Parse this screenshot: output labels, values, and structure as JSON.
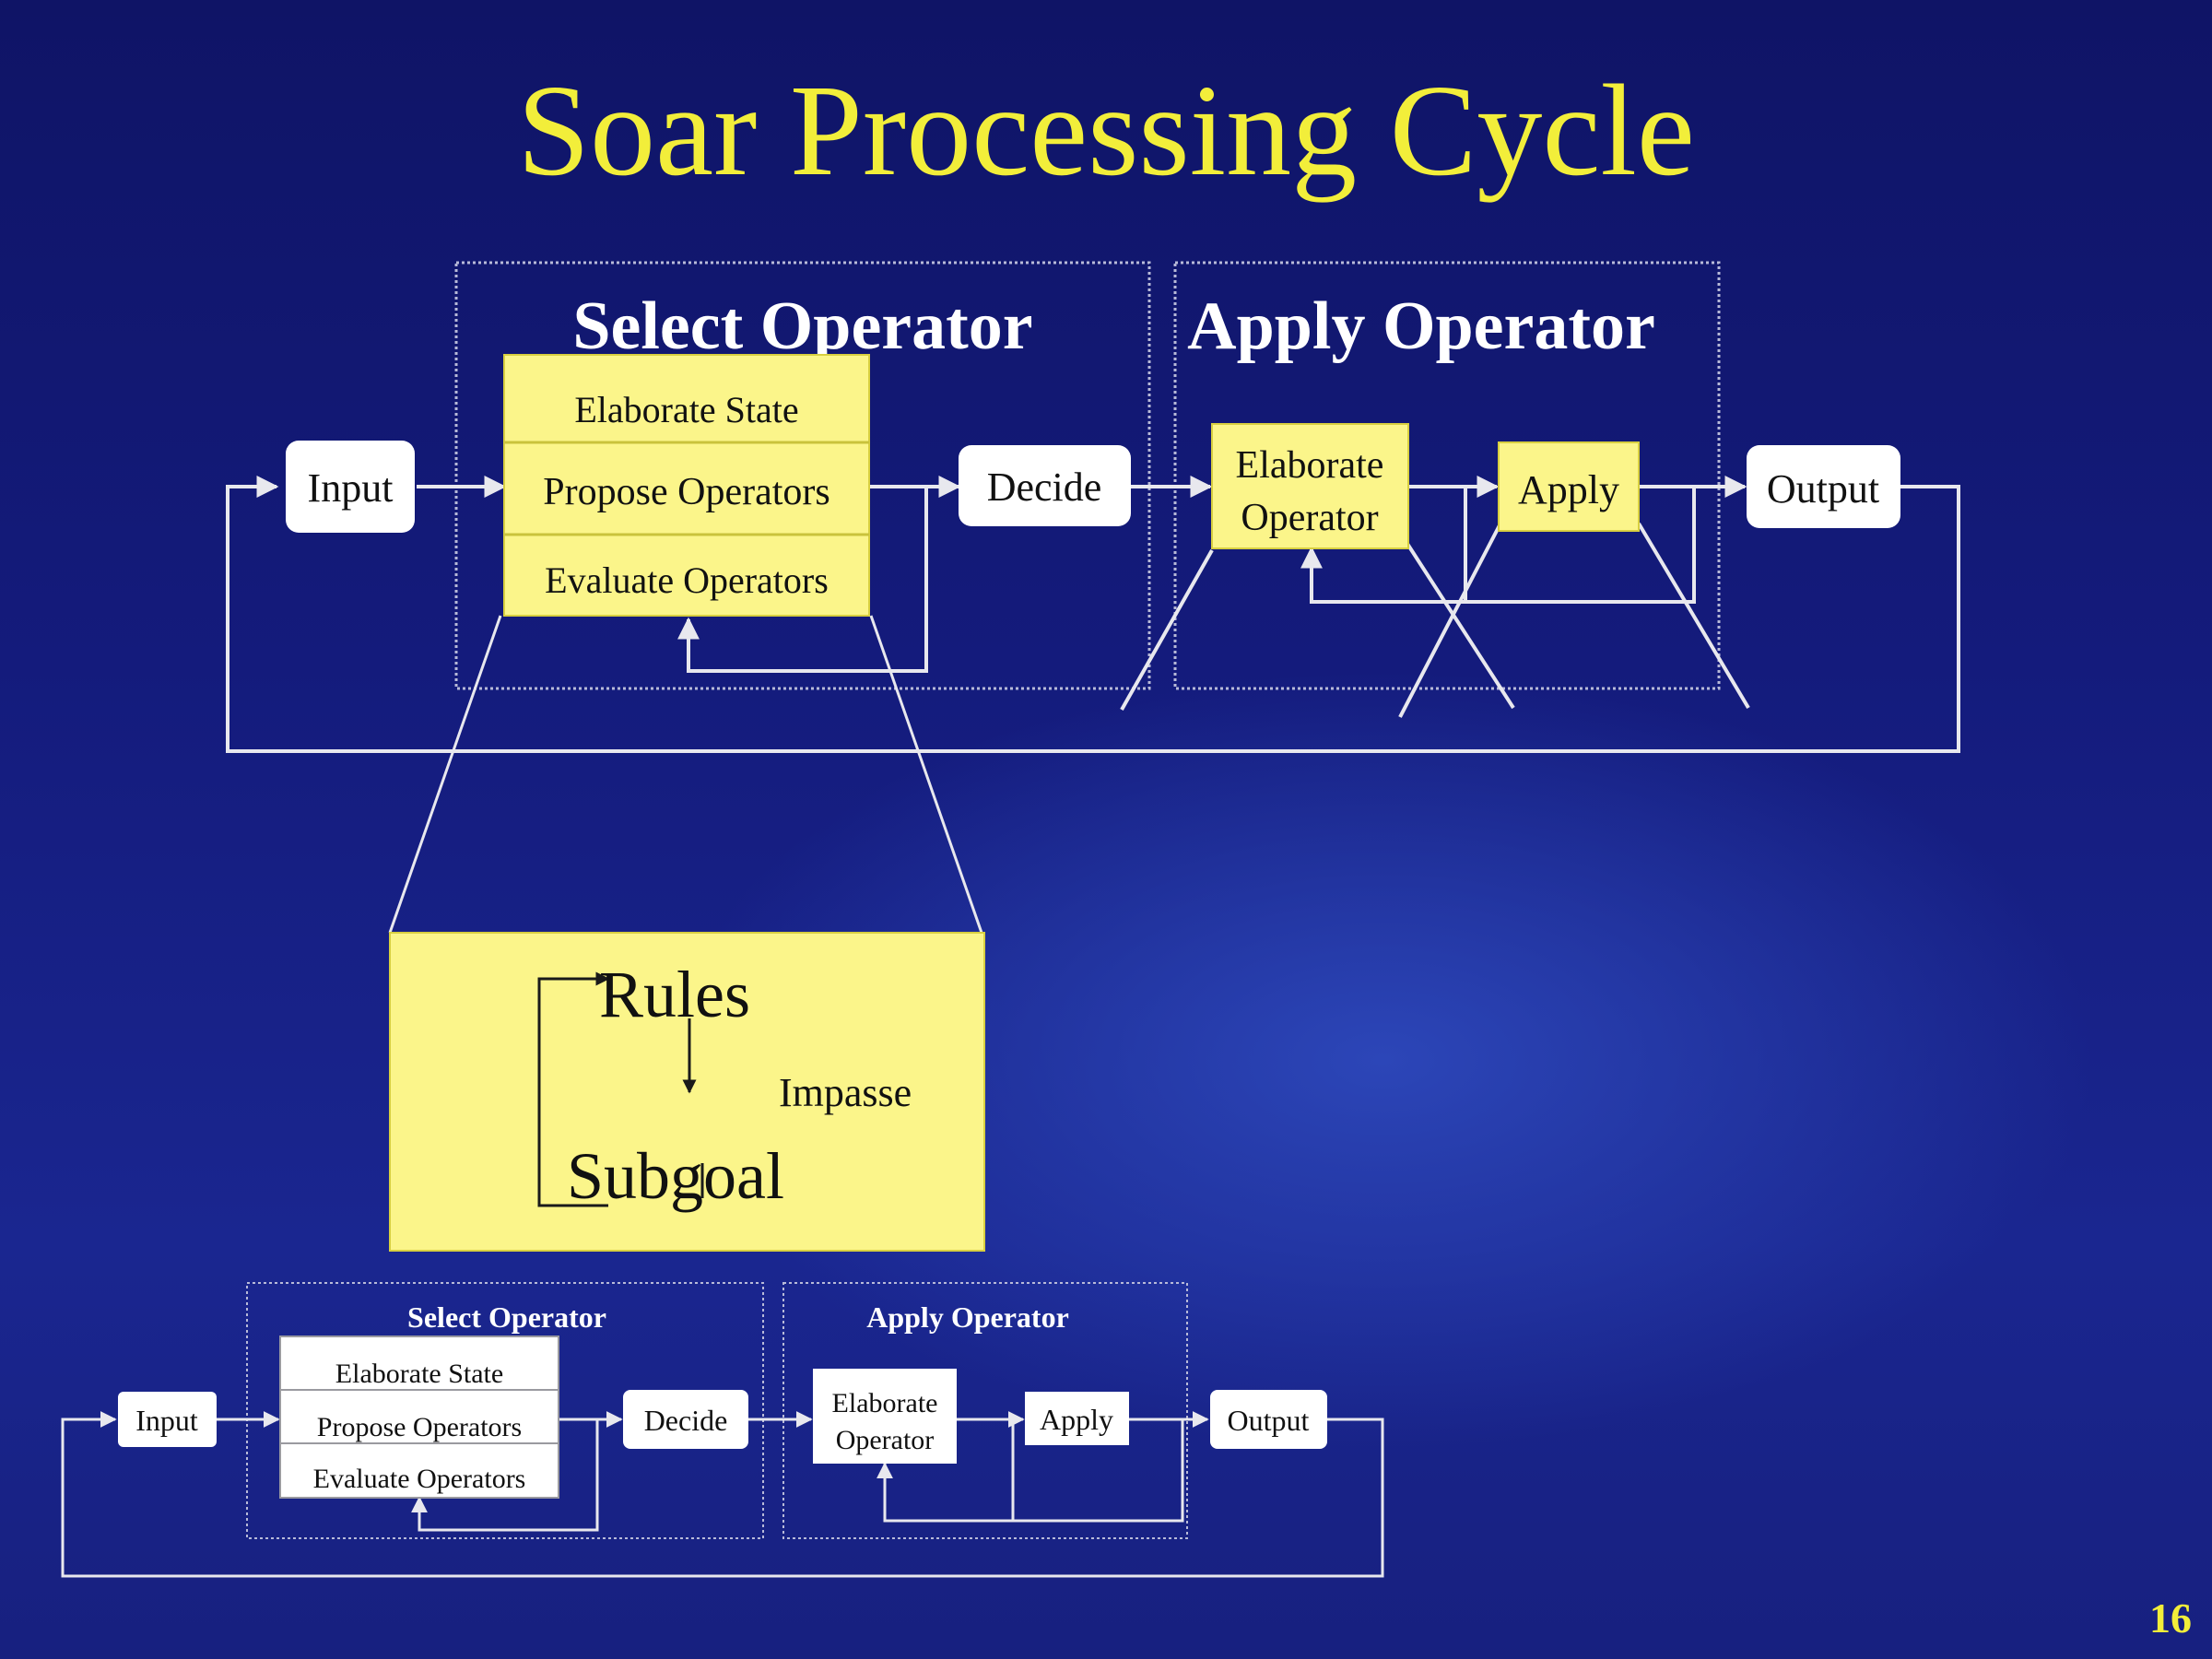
{
  "title": "Soar Processing Cycle",
  "page_number": "16",
  "colors": {
    "background": "#141b7c",
    "accent_yellow": "#f2ee3a",
    "box_yellow": "#fbf58a",
    "line_white": "#e8e8ee"
  },
  "top_cycle": {
    "select_operator_label": "Select Operator",
    "apply_operator_label": "Apply Operator",
    "input_label": "Input",
    "elaborate_state_label": "Elaborate State",
    "propose_operators_label": "Propose Operators",
    "evaluate_operators_label": "Evaluate Operators",
    "decide_label": "Decide",
    "elaborate_operator_line1": "Elaborate",
    "elaborate_operator_line2": "Operator",
    "apply_label": "Apply",
    "output_label": "Output"
  },
  "zoom": {
    "rules_label": "Rules",
    "impasse_label": "Impasse",
    "subgoal_label": "Subgoal"
  },
  "bottom_cycle": {
    "select_operator_label": "Select Operator",
    "apply_operator_label": "Apply Operator",
    "input_label": "Input",
    "elaborate_state_label": "Elaborate State",
    "propose_operators_label": "Propose Operators",
    "evaluate_operators_label": "Evaluate Operators",
    "decide_label": "Decide",
    "elaborate_operator_line1": "Elaborate",
    "elaborate_operator_line2": "Operator",
    "apply_label": "Apply",
    "output_label": "Output"
  }
}
